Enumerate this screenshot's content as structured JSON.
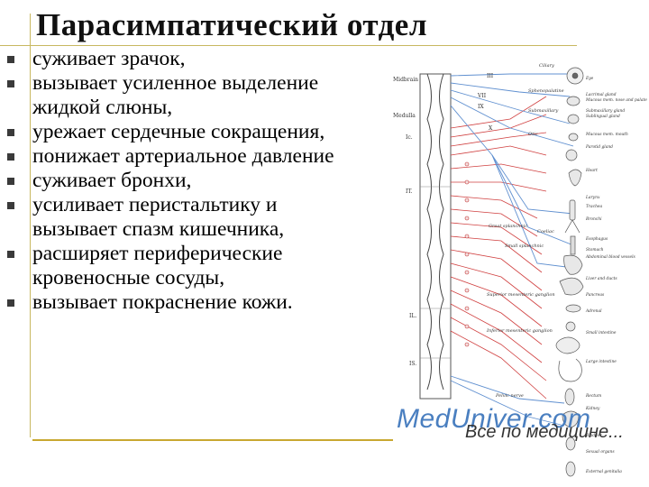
{
  "slide": {
    "title": "Парасимпатический отдел",
    "bullets": [
      {
        "lines": [
          "суживает зрачок,"
        ]
      },
      {
        "lines": [
          "вызывает усиленное выделение",
          "жидкой слюны,"
        ]
      },
      {
        "lines": [
          "урежает сердечные сокращения,"
        ]
      },
      {
        "lines": [
          "понижает артериальное давление"
        ]
      },
      {
        "lines": [
          "суживает бронхи,"
        ]
      },
      {
        "lines": [
          "усиливает перистальтику и",
          "вызывает спазм кишечника,"
        ]
      },
      {
        "lines": [
          "расширяет периферические",
          "кровеносные сосуды,"
        ]
      },
      {
        "lines": [
          "вызывает покраснение кожи."
        ]
      }
    ]
  },
  "figure": {
    "icon": "autonomic-nervous-system-diagram",
    "spine_labels": [
      "Midbrain",
      "Medulla",
      "Ic.",
      "IT.",
      "IL.",
      "IS."
    ],
    "nerve_labels": [
      "III",
      "VII",
      "IX",
      "X"
    ],
    "ganglion_labels": [
      "Ciliary",
      "Sphenopalatine",
      "Submaxillary",
      "Otic",
      "Great splanchnic",
      "Coeliac",
      "Small splanchnic",
      "Superior mesenteric ganglion",
      "Inferior mesenteric ganglion",
      "Pelvic nerve"
    ],
    "organ_labels": [
      "Eye",
      "Lacrimal gland",
      "Mucous mem. nose and palate",
      "Submaxillary gland",
      "Sublingual gland",
      "Mucous mem. mouth",
      "Parotid gland",
      "Heart",
      "Larynx",
      "Trachea",
      "Bronchi",
      "Esophagus",
      "Stomach",
      "Abdominal blood vessels",
      "Liver and ducts",
      "Pancreas",
      "Adrenal",
      "Small intestine",
      "Large intestine",
      "Rectum",
      "Kidney",
      "Bladder",
      "Sexual organs",
      "External genitalia"
    ]
  },
  "watermark": {
    "site": "MedUniver.com",
    "tagline": "Все по медицине..."
  },
  "colors": {
    "accent_line": "#c8b860",
    "bullet": "#3a3a3a",
    "watermark_blue": "#4a7fc0",
    "nerve_red": "#d04040",
    "nerve_blue": "#6090d0"
  }
}
